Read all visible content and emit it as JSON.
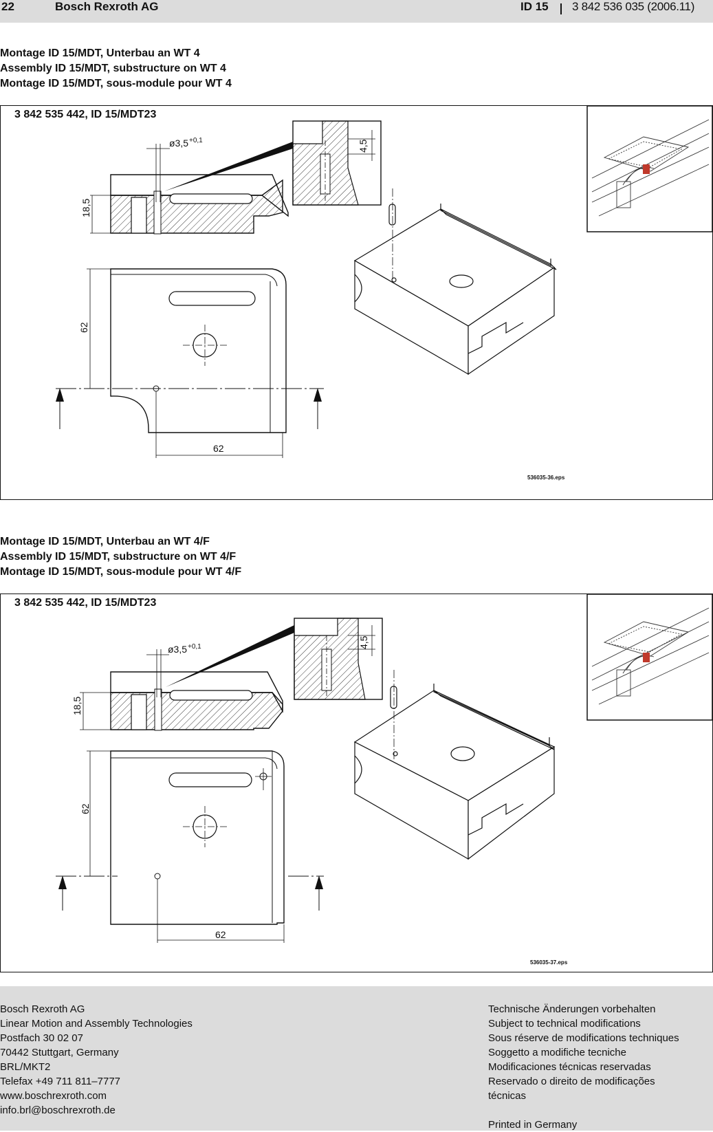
{
  "header": {
    "page_number": "22",
    "company": "Bosch Rexroth AG",
    "product_id": "ID 15",
    "doc_number": "3 842 536 035 (2006.11)"
  },
  "sections": [
    {
      "titles": [
        "Montage ID 15/MDT, Unterbau an WT 4",
        "Assembly ID 15/MDT, substructure on WT 4",
        "Montage ID 15/MDT, sous-module pour WT 4"
      ],
      "part_code": "3 842 535 442, ID 15/MDT23",
      "dim_bore": "ø3,5",
      "dim_bore_tol": "+0,1",
      "dim_depth": "4,5",
      "dim_height": "18,5",
      "dim_side": "62",
      "dim_width": "62",
      "file_name": "536035-36.eps"
    },
    {
      "titles": [
        "Montage ID 15/MDT, Unterbau an WT 4/F",
        "Assembly ID 15/MDT, substructure on WT 4/F",
        "Montage ID 15/MDT, sous-module pour WT 4/F"
      ],
      "part_code": "3 842 535 442, ID 15/MDT23",
      "dim_bore": "ø3,5",
      "dim_bore_tol": "+0,1",
      "dim_depth": "4,5",
      "dim_height": "18,5",
      "dim_side": "62",
      "dim_width": "62",
      "file_name": "536035-37.eps"
    }
  ],
  "footer": {
    "left_lines": [
      "Bosch Rexroth AG",
      "Linear Motion and Assembly Technologies",
      "Postfach 30 02 07",
      "70442 Stuttgart, Germany",
      "BRL/MKT2",
      "Telefax +49 711 811–7777",
      "www.boschrexroth.com",
      "info.brl@boschrexroth.de"
    ],
    "right_lines": [
      "Technische Änderungen vorbehalten",
      "Subject to technical modifications",
      "Sous réserve de modifications techniques",
      "Soggetto a modifiche tecniche",
      "Modificaciones técnicas reservadas",
      "Reservado o direito de modificações",
      "técnicas",
      "",
      "Printed in Germany"
    ]
  }
}
